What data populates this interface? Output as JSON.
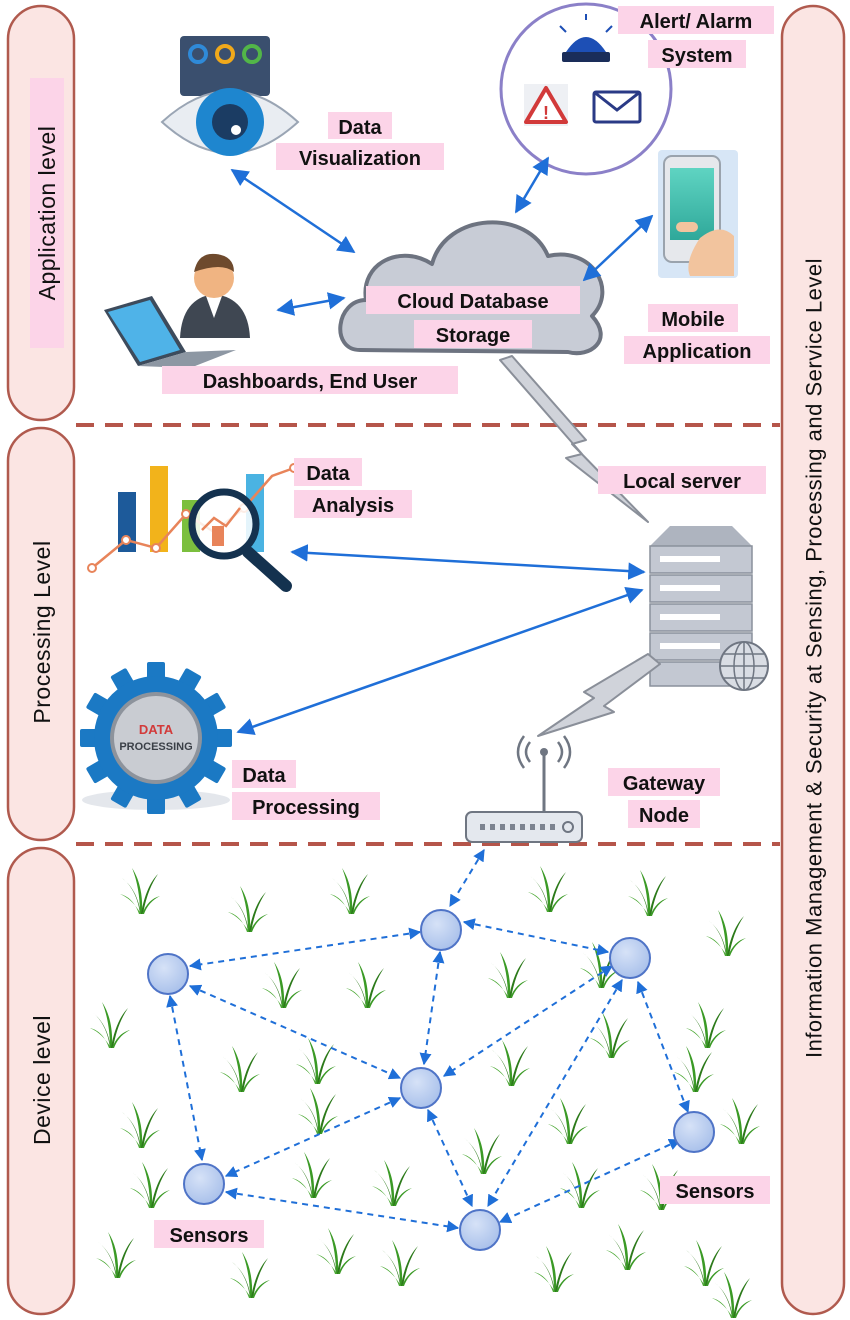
{
  "levels": {
    "application": "Application level",
    "processing": "Processing Level",
    "device": "Device level"
  },
  "side_band": "Information Management & Security at Sensing, Processing and Service Level",
  "labels": {
    "data_visualization": [
      "Data",
      "Visualization"
    ],
    "alert_alarm": [
      "Alert/ Alarm",
      "System"
    ],
    "cloud": [
      "Cloud Database",
      "Storage"
    ],
    "dashboards": "Dashboards, End User",
    "mobile": [
      "Mobile",
      "Application"
    ],
    "local_server": "Local server",
    "data_analysis": [
      "Data",
      "Analysis"
    ],
    "data_processing": [
      "Data",
      "Processing"
    ],
    "gateway": [
      "Gateway",
      "Node"
    ],
    "sensors_left": "Sensors",
    "sensors_right": "Sensors",
    "gear_badge": [
      "DATA",
      "PROCESSING"
    ]
  },
  "colors": {
    "band_fill": "#fbe5e3",
    "band_stroke": "#b05a4e",
    "label_bg": "#fcd4e8",
    "divider": "#b5554a",
    "arrow": "#1f6fd8",
    "node_fill": "#b3c9ee",
    "node_stroke": "#4f74c7",
    "cloud_fill": "#c8ccd6",
    "cloud_stroke": "#6d7380",
    "server": "#c3c8d2",
    "grass": "#2c7a1a"
  },
  "icons": {
    "eye": "eye-icon",
    "siren": "siren-icon",
    "warning": "warning-icon",
    "mail": "mail-icon",
    "phone": "phone-icon",
    "laptop": "laptop-icon",
    "user": "user-icon",
    "chart": "bar-chart-icon",
    "magnifier": "magnifier-icon",
    "gear": "gear-icon",
    "server": "server-icon",
    "globe": "globe-icon",
    "router": "router-icon",
    "lightning": "lightning-icon",
    "grass": "grass-icon",
    "sensor": "sensor-node-icon"
  }
}
